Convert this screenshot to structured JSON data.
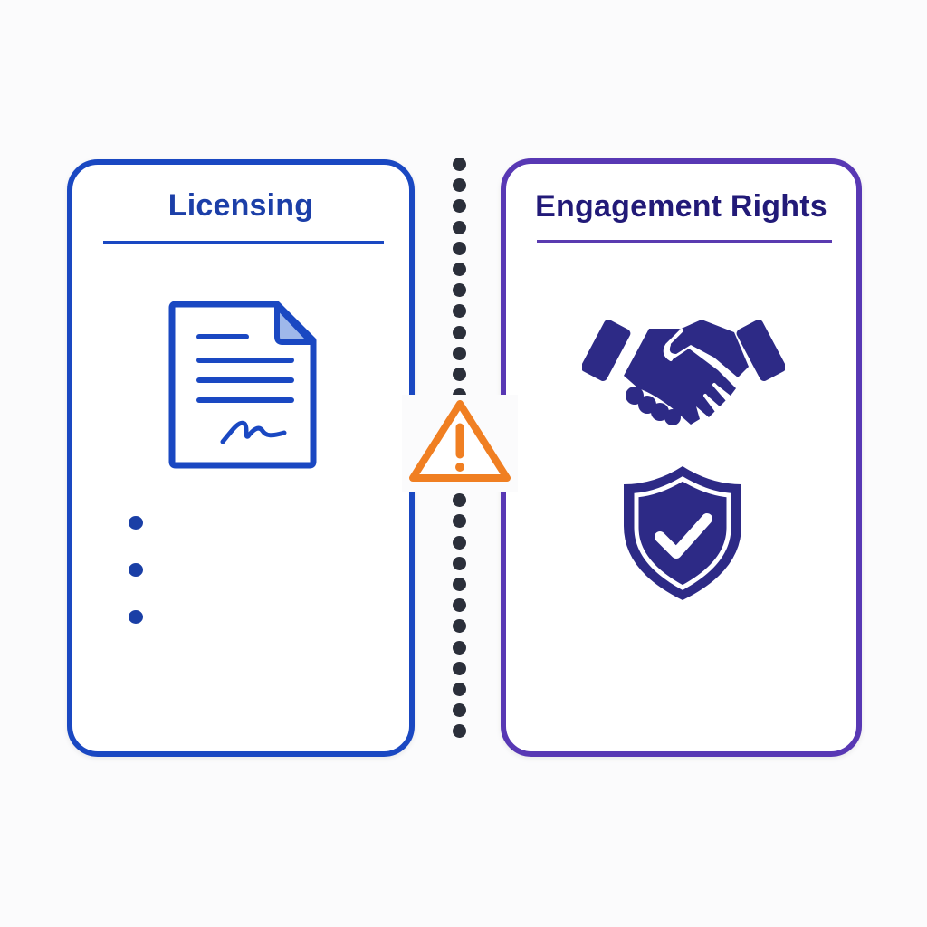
{
  "left_panel": {
    "title": "Licensing",
    "icon": "signed-document-icon",
    "bullets": [
      "",
      "",
      ""
    ],
    "accent_color": "#1a48c2"
  },
  "right_panel": {
    "title": "Engagement Rights",
    "icons": [
      "handshake-icon",
      "shield-check-icon"
    ],
    "accent_color": "#5838b4"
  },
  "divider": {
    "style": "dotted",
    "color": "#2b2f3a",
    "center_icon": "warning-triangle-icon",
    "warning_color": "#f07f22"
  }
}
